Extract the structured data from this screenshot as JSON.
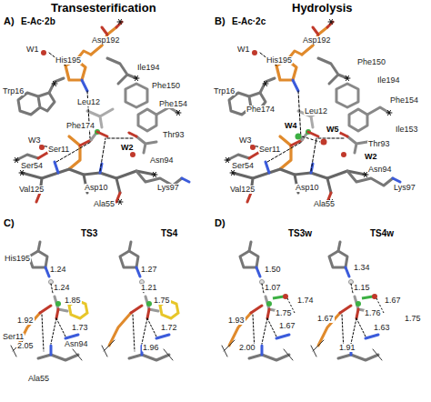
{
  "diagram": {
    "labels": [
      "Transesterification",
      "Hydrolysis",
      "A)",
      "E-Ac·2b",
      "Asp192",
      "W1",
      "His195",
      "Ile194",
      "Phe150",
      "Trp16",
      "Leu12",
      "Phe154",
      "Phe174",
      "Thr93",
      "W3",
      "Ser11",
      "W2",
      "Asn94",
      "Ser54",
      "Lys97",
      "Val125",
      "Asp10",
      "Ala55",
      "B)",
      "E-Ac·2c",
      "Asp192",
      "W1",
      "His195",
      "Phe150",
      "Ile194",
      "Trp16",
      "Phe174",
      "Leu12",
      "Phe154",
      "W4",
      "W5",
      "Ile153",
      "Thr93",
      "W3",
      "Ser11",
      "W2",
      "Ser54",
      "Asn94",
      "Lys97",
      "Val125",
      "Asp10",
      "Ala55",
      "C)",
      "TS3",
      "TS4",
      "His195",
      "1.24",
      "1.24",
      "1.85",
      "Ser11",
      "1.92",
      "1.73",
      "Asn94",
      "2.05",
      "Ala55",
      "1.27",
      "1.21",
      "1.75",
      "1.72",
      "1.96",
      "D)",
      "TS3w",
      "TS4w",
      "1.50",
      "1.07",
      "1.75",
      "1.74",
      "1.67",
      "1.93",
      "1.67",
      "2.00",
      "1.34",
      "1.15",
      "1.76",
      "1.67",
      "1.75",
      "1.63",
      "1.91"
    ]
  }
}
